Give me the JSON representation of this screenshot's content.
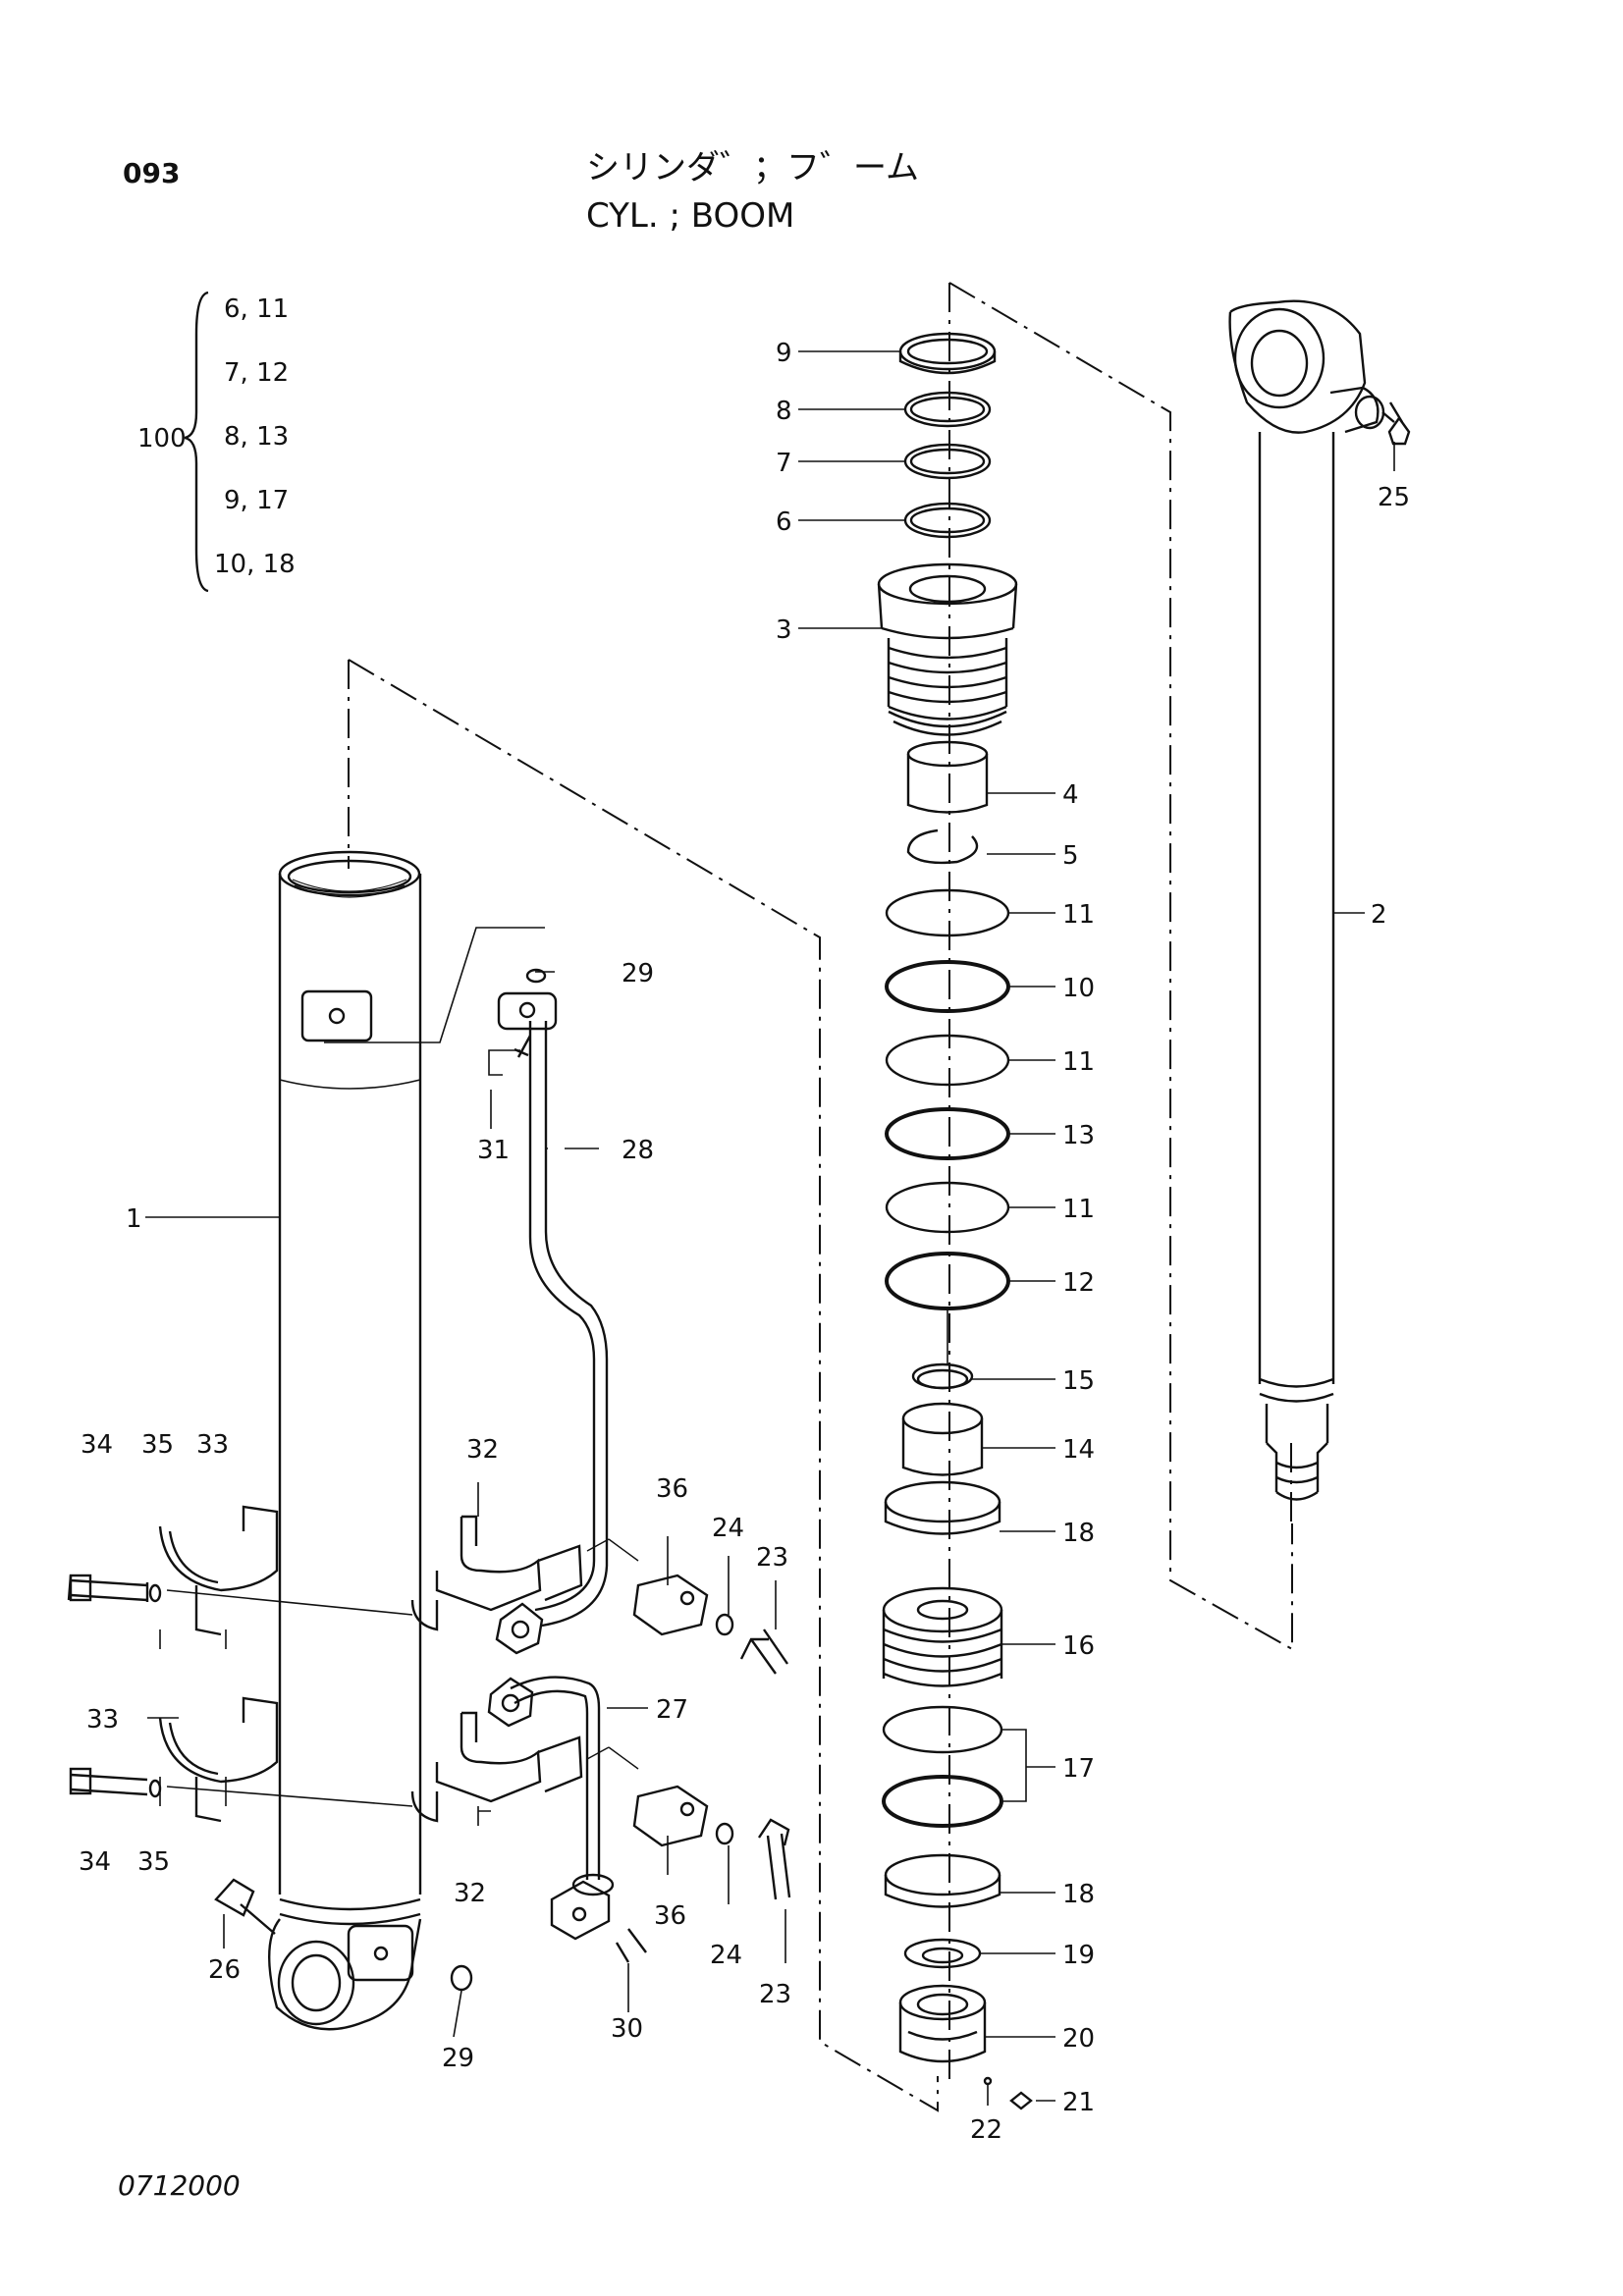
{
  "header": {
    "page_number": "093",
    "title_jp": "シリンダ゛；フ゛ーム",
    "title_en": "CYL. ; BOOM"
  },
  "kit": {
    "label": "100",
    "groups": [
      "6, 11",
      "7, 12",
      "8, 13",
      "9, 17",
      "10, 18"
    ]
  },
  "callouts": [
    {
      "id": "c9",
      "text": "9"
    },
    {
      "id": "c8",
      "text": "8"
    },
    {
      "id": "c7",
      "text": "7"
    },
    {
      "id": "c6",
      "text": "6"
    },
    {
      "id": "c3",
      "text": "3"
    },
    {
      "id": "c4",
      "text": "4"
    },
    {
      "id": "c5",
      "text": "5"
    },
    {
      "id": "c11a",
      "text": "11"
    },
    {
      "id": "c10",
      "text": "10"
    },
    {
      "id": "c11b",
      "text": "11"
    },
    {
      "id": "c13",
      "text": "13"
    },
    {
      "id": "c11c",
      "text": "11"
    },
    {
      "id": "c12",
      "text": "12"
    },
    {
      "id": "c15",
      "text": "15"
    },
    {
      "id": "c14",
      "text": "14"
    },
    {
      "id": "c18a",
      "text": "18"
    },
    {
      "id": "c16",
      "text": "16"
    },
    {
      "id": "c17",
      "text": "17"
    },
    {
      "id": "c18b",
      "text": "18"
    },
    {
      "id": "c19",
      "text": "19"
    },
    {
      "id": "c20",
      "text": "20"
    },
    {
      "id": "c21",
      "text": "21"
    },
    {
      "id": "c22",
      "text": "22"
    },
    {
      "id": "c2",
      "text": "2"
    },
    {
      "id": "c25",
      "text": "25"
    },
    {
      "id": "c1",
      "text": "1"
    },
    {
      "id": "c29a",
      "text": "29"
    },
    {
      "id": "c28",
      "text": "28"
    },
    {
      "id": "c31",
      "text": "31"
    },
    {
      "id": "c34a",
      "text": "34"
    },
    {
      "id": "c35a",
      "text": "35"
    },
    {
      "id": "c33a",
      "text": "33"
    },
    {
      "id": "c32a",
      "text": "32"
    },
    {
      "id": "c36a",
      "text": "36"
    },
    {
      "id": "c24a",
      "text": "24"
    },
    {
      "id": "c23a",
      "text": "23"
    },
    {
      "id": "c27",
      "text": "27"
    },
    {
      "id": "c33b",
      "text": "33"
    },
    {
      "id": "c34b",
      "text": "34"
    },
    {
      "id": "c35b",
      "text": "35"
    },
    {
      "id": "c32b",
      "text": "32"
    },
    {
      "id": "c36b",
      "text": "36"
    },
    {
      "id": "c24b",
      "text": "24"
    },
    {
      "id": "c23b",
      "text": "23"
    },
    {
      "id": "c26",
      "text": "26"
    },
    {
      "id": "c30",
      "text": "30"
    },
    {
      "id": "c29b",
      "text": "29"
    }
  ],
  "footer": {
    "drawing_number": "0712000"
  }
}
